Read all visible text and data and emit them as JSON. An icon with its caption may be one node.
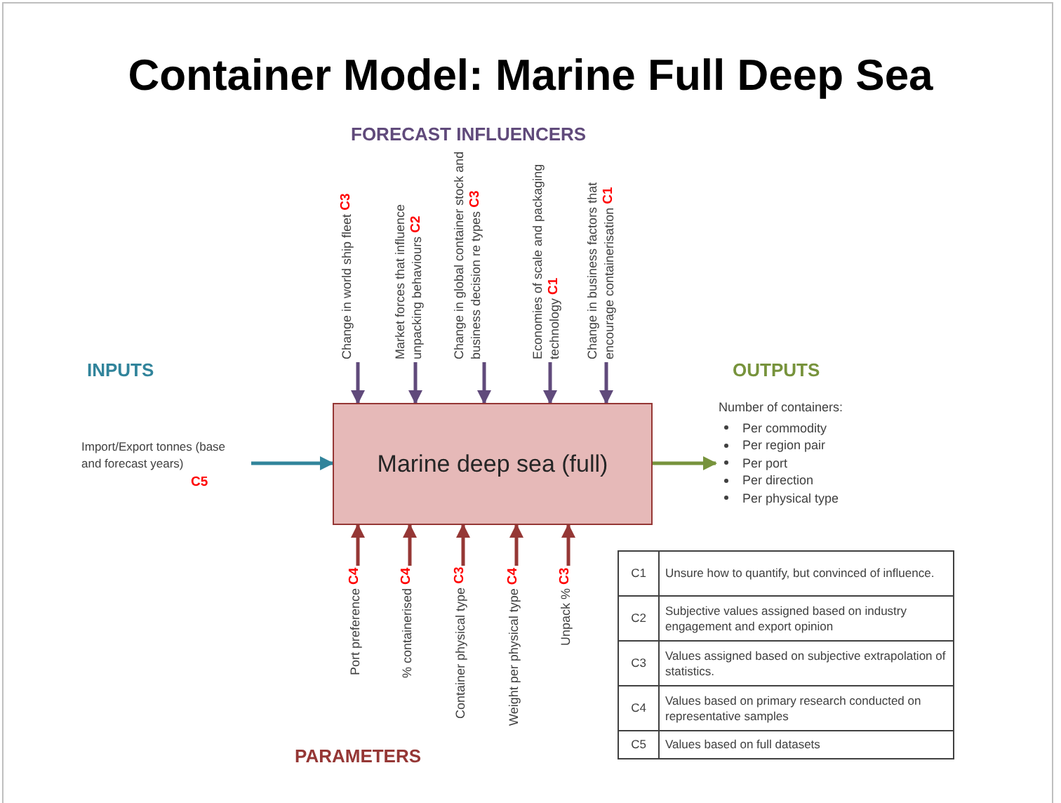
{
  "diagram": {
    "title": "Container Model: Marine Full Deep Sea",
    "nodes": [
      {
        "text": [
          "Change in world ship fleet",
          "C3"
        ]
      },
      {
        "text": [
          "Market forces that influence unpacking behaviours",
          "C2"
        ]
      },
      {
        "text": [
          "Change in global container stock and business decision re types",
          "C3"
        ]
      },
      {
        "text": [
          "Economies of scale and packaging technology",
          "C1"
        ]
      },
      {
        "text": [
          "Change in business factors that encourage containerisation",
          "C1"
        ]
      },
      {
        "text": [
          "Import/Export tonnes (base and forecast years)",
          "C5"
        ]
      },
      {
        "text": [
          "Marine deep sea (full)"
        ]
      },
      {
        "text": [
          "Number of containers:",
          "Per commodity",
          "Per region pair",
          "Per port",
          "Per direction",
          "Per physical type"
        ]
      },
      {
        "text": [
          "Port preference",
          "C4"
        ]
      },
      {
        "text": [
          "% containerised",
          "C4"
        ]
      },
      {
        "text": [
          "Container physical type",
          "C3"
        ]
      },
      {
        "text": [
          "Weight per physical type",
          "C4"
        ]
      },
      {
        "text": [
          "Unpack %",
          "C3"
        ]
      }
    ],
    "edges": [
      {
        "from": 0,
        "to": 6,
        "arrow": "to",
        "color": "#604a7b"
      },
      {
        "from": 1,
        "to": 6,
        "arrow": "to",
        "color": "#604a7b"
      },
      {
        "from": 2,
        "to": 6,
        "arrow": "to",
        "color": "#604a7b"
      },
      {
        "from": 3,
        "to": 6,
        "arrow": "to",
        "color": "#604a7b"
      },
      {
        "from": 4,
        "to": 6,
        "arrow": "to",
        "color": "#604a7b"
      },
      {
        "from": 5,
        "to": 6,
        "arrow": "to",
        "color": "#31849b"
      },
      {
        "from": 6,
        "to": 7,
        "arrow": "to",
        "color": "#77933c"
      },
      {
        "from": 8,
        "to": 6,
        "arrow": "to",
        "color": "#953735"
      },
      {
        "from": 9,
        "to": 6,
        "arrow": "to",
        "color": "#953735"
      },
      {
        "from": 10,
        "to": 6,
        "arrow": "to",
        "color": "#953735"
      },
      {
        "from": 11,
        "to": 6,
        "arrow": "to",
        "color": "#953735"
      },
      {
        "from": 12,
        "to": 6,
        "arrow": "to",
        "color": "#953735"
      }
    ],
    "labels": [
      "FORECAST INFLUENCERS",
      "INPUTS",
      "OUTPUTS",
      "PARAMETERS",
      "C1",
      "Unsure how to quantify, but convinced of influence.",
      "C2",
      "Subjective values assigned based on industry engagement and export opinion",
      "C3",
      "Values assigned based on subjective extrapolation of statistics.",
      "C4",
      "Values based on primary research conducted on representative samples",
      "C5",
      "Values based on full datasets"
    ]
  }
}
